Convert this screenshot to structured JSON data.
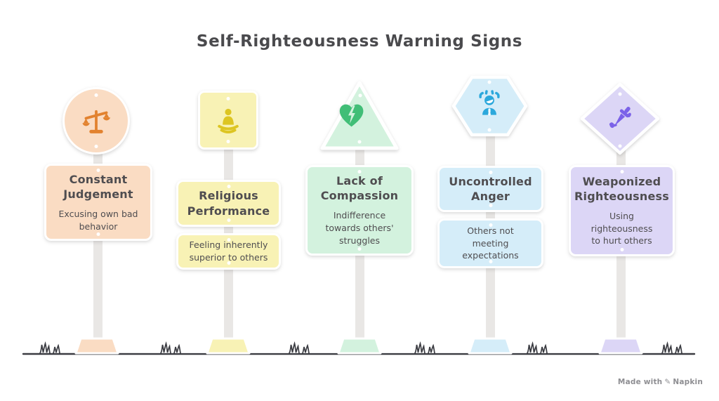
{
  "page": {
    "title": "Self-Righteousness Warning Signs",
    "title_color": "#4a4a4d",
    "text_color": "#4f4d50",
    "pole_color": "#e9e7e5",
    "ground_color": "#3b3c42",
    "background": "#ffffff"
  },
  "watermark": {
    "prefix": "Made with",
    "brand": "Napkin",
    "icon": "pen-icon",
    "color": "#8e8e92",
    "pen_glyph": "✎"
  },
  "signs": [
    {
      "label": "Constant Judgement",
      "description": "Excusing own bad behavior",
      "shape": "circle",
      "icon": "unbalanced-scales-icon",
      "fill": "#fadcc3",
      "icon_color": "#e2822f"
    },
    {
      "label": "Religious Performance",
      "description": "Feeling inherently superior to others",
      "shape": "square",
      "icon": "meditating-person-icon",
      "fill": "#f8f2b5",
      "icon_color": "#ddc522"
    },
    {
      "label": "Lack of Compassion",
      "description": "Indifference towards others' struggles",
      "shape": "triangle",
      "icon": "broken-heart-icon",
      "fill": "#d3f2de",
      "icon_color": "#41be77"
    },
    {
      "label": "Uncontrolled Anger",
      "description": "Others not meeting expectations",
      "shape": "hexagon",
      "icon": "angry-person-icon",
      "fill": "#d5edf9",
      "icon_color": "#2ca8dc"
    },
    {
      "label": "Weaponized Righteousness",
      "description": "Using righteousness to hurt others",
      "shape": "diamond",
      "icon": "dagger-icon",
      "fill": "#dcd6f6",
      "icon_color": "#7b62e8"
    }
  ]
}
